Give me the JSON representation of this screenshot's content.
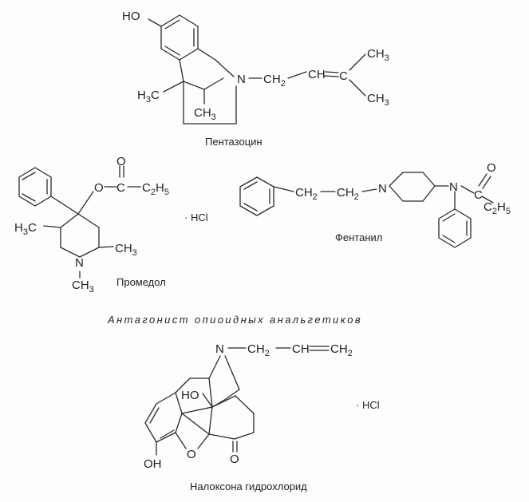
{
  "molecules": {
    "pentazocine": {
      "name": "Пентазоцин",
      "labels": {
        "ho": "HO",
        "n": "N",
        "ch2": "CH",
        "ch2_sub": "2",
        "ch": "CH",
        "c": "C",
        "ch3_top": "CH",
        "ch3_top_sub": "3",
        "ch3_bottom": "CH",
        "ch3_bottom_sub": "3",
        "h3c": "H",
        "h3c_sub": "3",
        "h3c_c": "C",
        "ch3_ring": "CH",
        "ch3_ring_sub": "3"
      }
    },
    "promedol": {
      "name": "Промедол",
      "salt": "· HCl",
      "labels": {
        "o_ester": "O",
        "c_carbonyl": "C",
        "c2h5": "C",
        "c2h5_sub1": "2",
        "c2h5_h": "H",
        "c2h5_sub2": "5",
        "o_carbonyl": "O",
        "h3c": "H",
        "h3c_sub": "3",
        "h3c_c": "C",
        "ch3_right": "CH",
        "ch3_right_sub": "3",
        "n": "N",
        "ch3_n": "CH",
        "ch3_n_sub": "3"
      }
    },
    "fentanyl": {
      "name": "Фентанил",
      "labels": {
        "ch2_a": "CH",
        "ch2_a_sub": "2",
        "ch2_b": "CH",
        "ch2_b_sub": "2",
        "n_ring": "N",
        "n_amide": "N",
        "c_amide": "C",
        "o_amide": "O",
        "c2h5": "C",
        "c2h5_sub1": "2",
        "c2h5_h": "H",
        "c2h5_sub2": "5"
      }
    },
    "naloxone": {
      "name": "Налоксона гидрохлорид",
      "salt": "· HCl",
      "labels": {
        "n": "N",
        "ch2_a": "CH",
        "ch2_a_sub": "2",
        "ch": "CH",
        "ch2_b": "CH",
        "ch2_b_sub": "2",
        "ho_inner": "HO",
        "ho_outer": "OH",
        "o_bridge": "O",
        "o_keto": "O"
      }
    }
  },
  "section_heading": "Антагонист опиоидных анальгетиков"
}
